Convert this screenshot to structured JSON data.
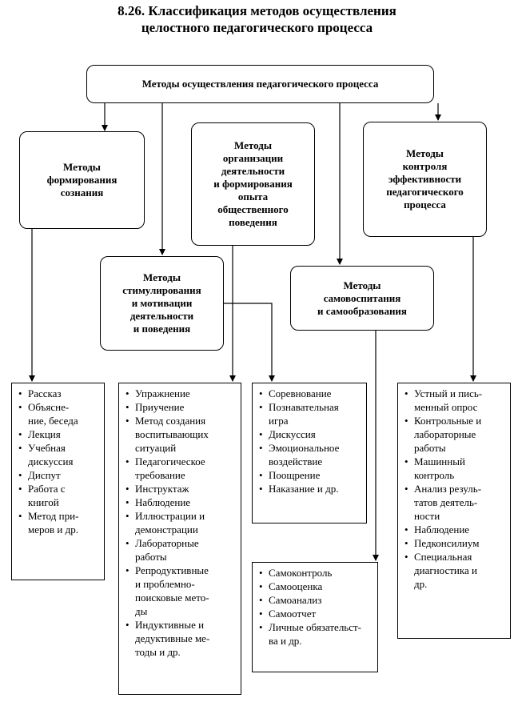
{
  "title": {
    "line1": "8.26. Классификация методов осуществления",
    "line2": "целостного педагогического процесса"
  },
  "root": "Методы осуществления педагогического процесса",
  "groups": {
    "formation": "Методы\nформирования\nсознания",
    "organization": "Методы\nорганизации\nдеятельности\nи формирования\nопыта\nобщественного\nповедения",
    "control": "Методы\nконтроля\nэффективности\nпедагогического\nпроцесса",
    "stimulation": "Методы\nстимулирования\nи мотивации\nдеятельности\nи поведения",
    "selfeducation": "Методы\nсамовоспитания\nи самообразования"
  },
  "lists": {
    "formation": [
      "Рассказ",
      "Объясне-\nние, беседа",
      "Лекция",
      "Учебная\nдискуссия",
      "Диспут",
      "Работа с\nкнигой",
      "Метод при-\nмеров и др."
    ],
    "organization": [
      "Упражнение",
      "Приучение",
      "Метод создания\nвоспитывающих\nситуаций",
      "Педагогическое\nтребование",
      "Инструктаж",
      "Наблюдение",
      "Иллюстрации и\nдемонстрации",
      "Лабораторные\nработы",
      "Репродуктивные\nи проблемно-\nпоисковые мето-\nды",
      "Индуктивные и\nдедуктивные ме-\nтоды и др."
    ],
    "stimulation": [
      "Соревнование",
      "Познавательная\nигра",
      "Дискуссия",
      "Эмоциональное\nвоздействие",
      "Поощрение",
      "Наказание и др."
    ],
    "selfeducation": [
      "Самоконтроль",
      "Самооценка",
      "Самоанализ",
      "Самоотчет",
      "Личные обязательст-\nва и др."
    ],
    "control": [
      "Устный и пись-\nменный опрос",
      "Контрольные и\nлабораторные\nработы",
      "Машинный\nконтроль",
      "Анализ резуль-\nтатов деятель-\nности",
      "Наблюдение",
      "Педконсилиум",
      "Специальная\nдиагностика и\nдр."
    ]
  }
}
